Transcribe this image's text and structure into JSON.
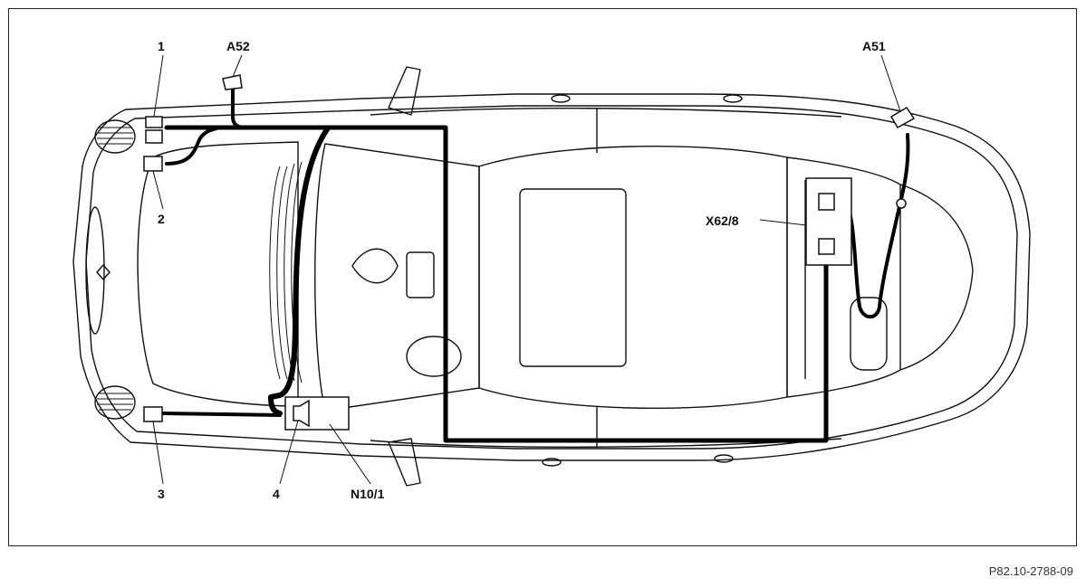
{
  "callouts": {
    "speaker_front_left_upper": "1",
    "speaker_front_left_lower": "2",
    "speaker_front_right": "3",
    "speaker_dash": "4",
    "antenna_front": "A52",
    "antenna_rear": "A51",
    "connector": "X62/8",
    "control_unit": "N10/1"
  },
  "figure_code": "P82.10-2788-09",
  "colors": {
    "line": "#111111",
    "harness": "#000000",
    "background": "#ffffff"
  }
}
